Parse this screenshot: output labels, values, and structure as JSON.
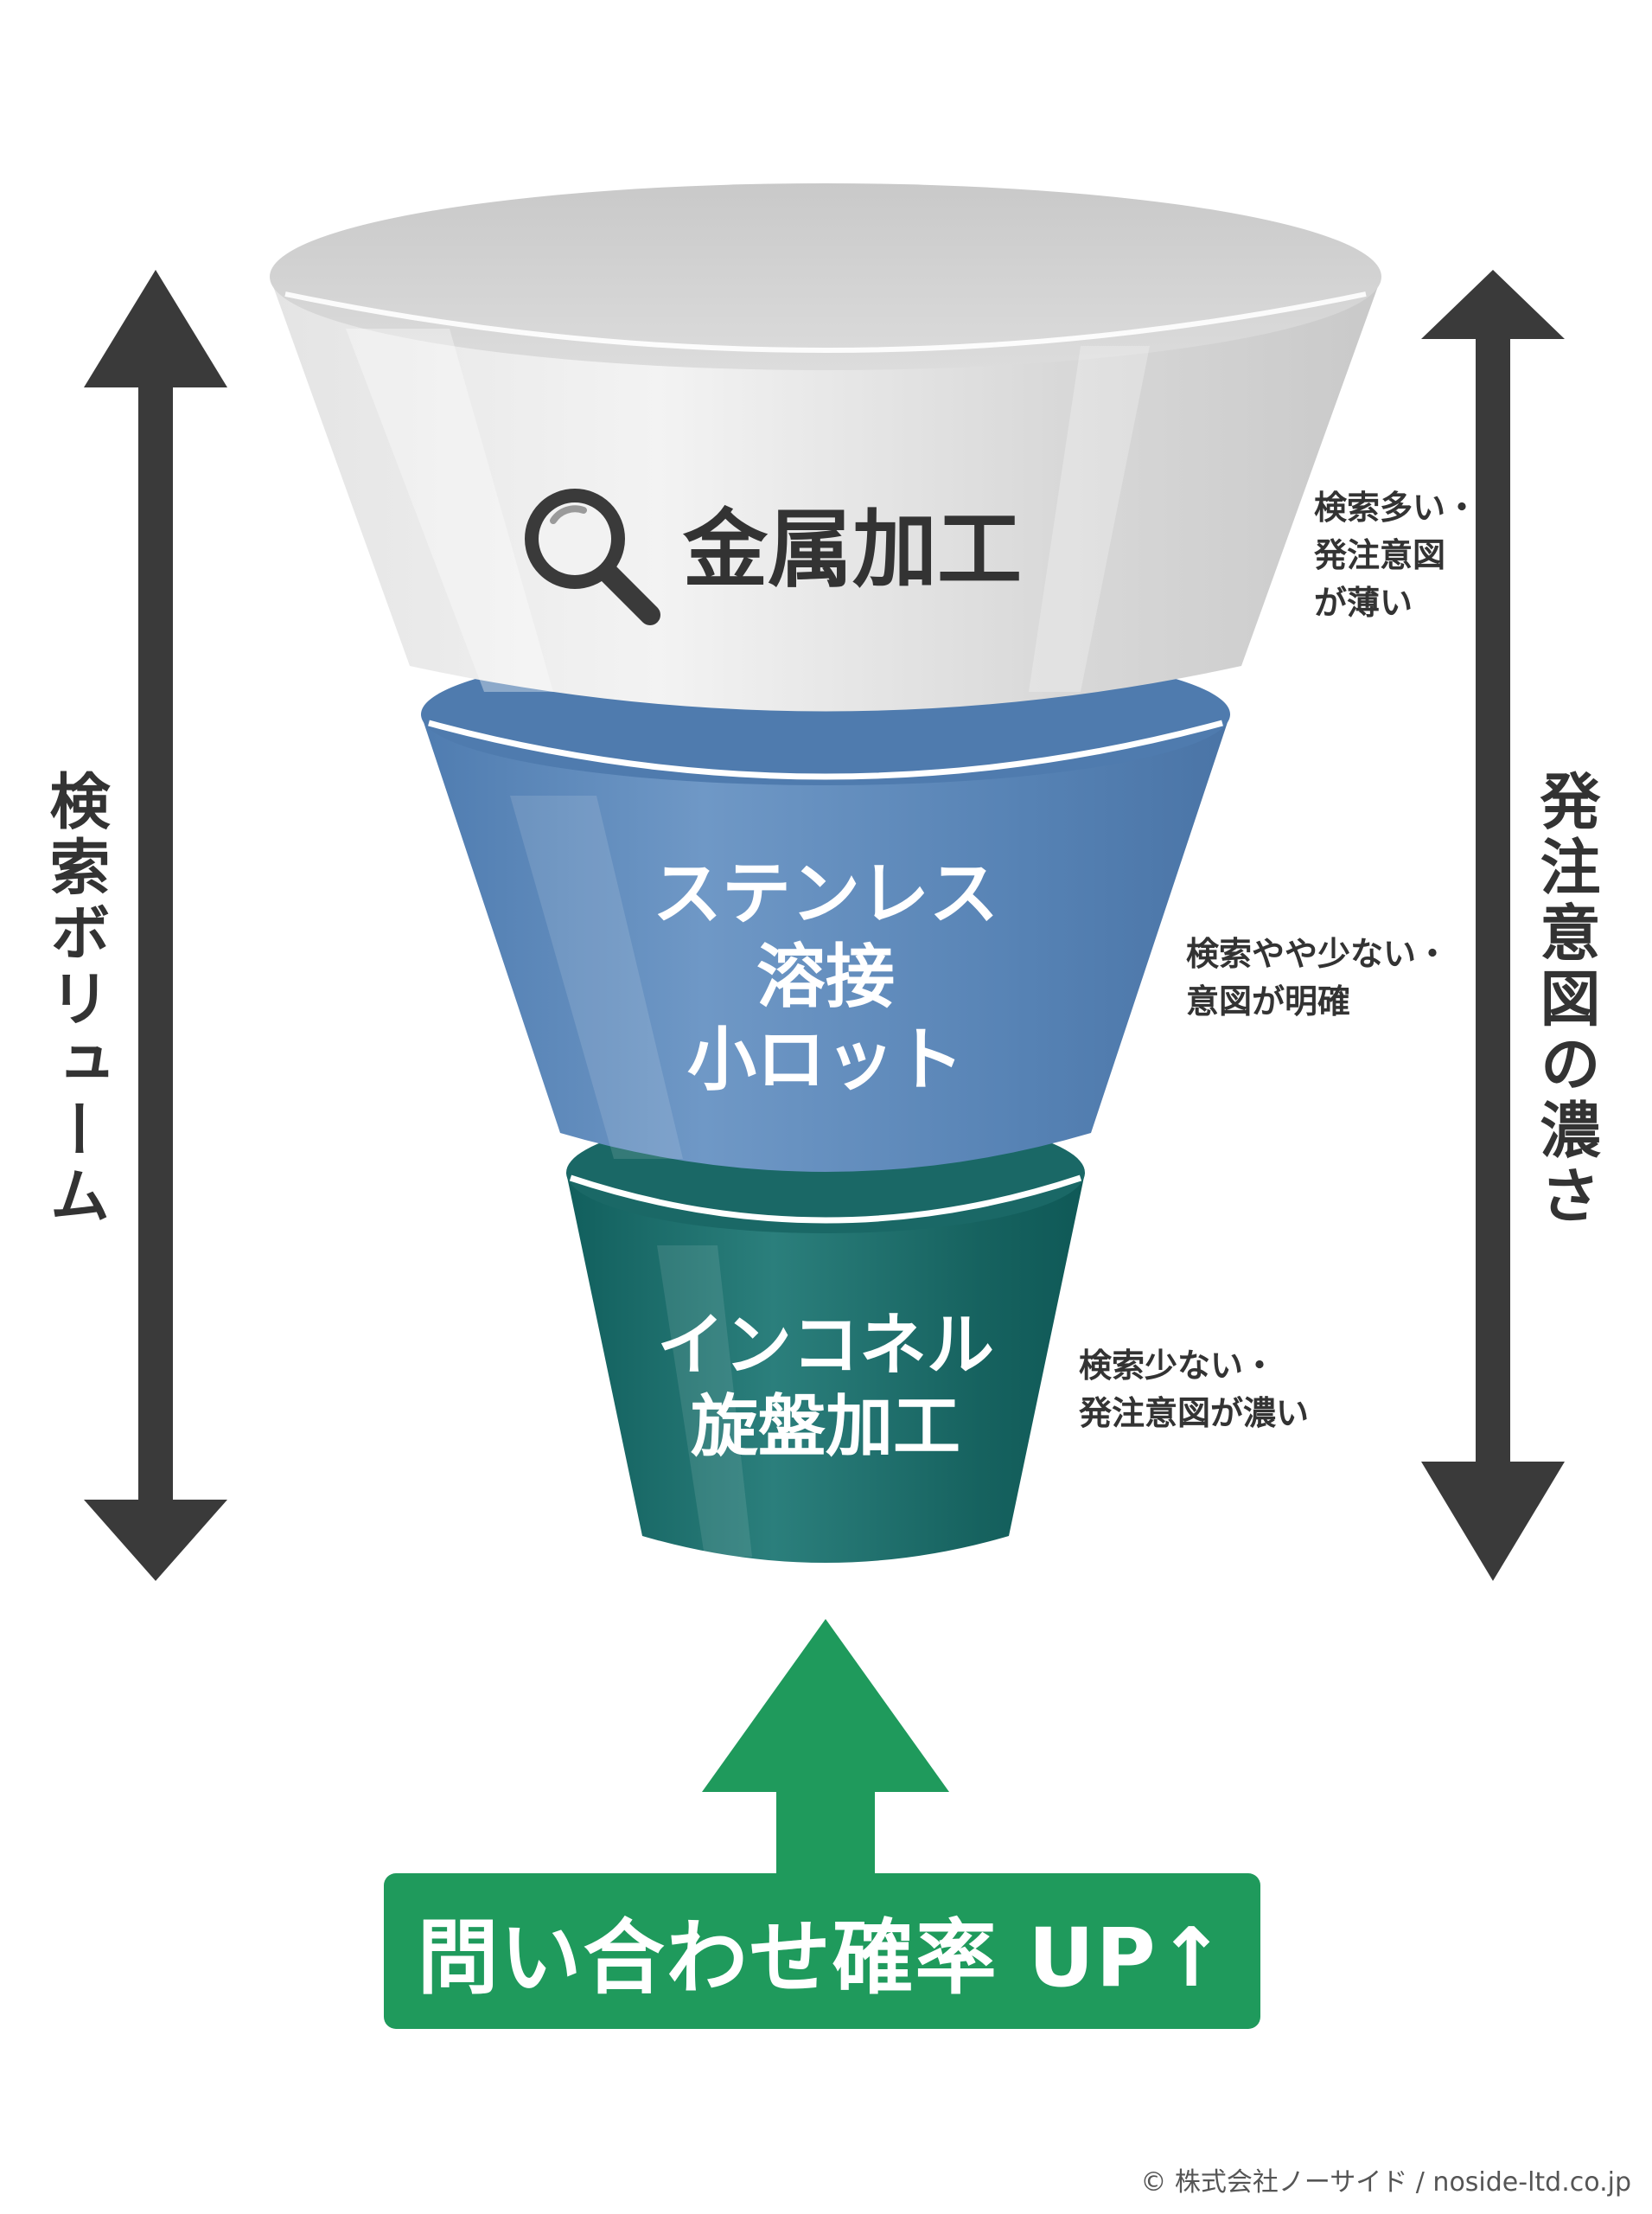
{
  "left_axis": {
    "label": "検索ボリューム"
  },
  "right_axis": {
    "label": "発注意図の濃さ"
  },
  "funnel": [
    {
      "key": "top",
      "label": "金属加工",
      "note": "検索多い・\n発注意図\nが薄い",
      "icon": "search-icon"
    },
    {
      "key": "middle",
      "label": "ステンレス\n溶接\n小ロット",
      "note": "検索やや少ない・\n意図が明確"
    },
    {
      "key": "bottom",
      "label": "インコネル\n旋盤加工",
      "note": "検索少ない・\n発注意図が濃い"
    }
  ],
  "cta": {
    "label": "問い合わせ確率 UP↑"
  },
  "footer": {
    "copyright": "© 株式会社ノーサイド / noside-ltd.co.jp"
  },
  "colors": {
    "top": "#d4d4d4",
    "middle": "#5b86b5",
    "bottom": "#1a6e6c",
    "cta": "#1f9a5c",
    "arrow": "#3a3a3a",
    "text": "#333333"
  }
}
